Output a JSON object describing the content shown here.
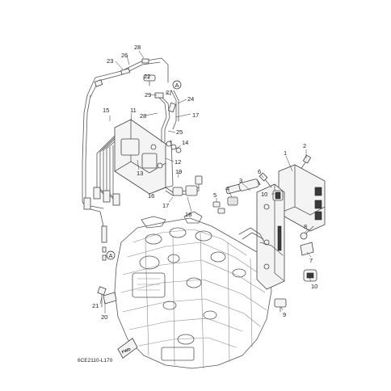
{
  "diagram_code": "6CE2110-L170",
  "fwd_label": "FWD",
  "ref_marker": "A",
  "callouts": [
    {
      "id": "1",
      "label": "1"
    },
    {
      "id": "2",
      "label": "2"
    },
    {
      "id": "3",
      "label": "3"
    },
    {
      "id": "4",
      "label": "4"
    },
    {
      "id": "5",
      "label": "5"
    },
    {
      "id": "6",
      "label": "6"
    },
    {
      "id": "7",
      "label": "7"
    },
    {
      "id": "8",
      "label": "8"
    },
    {
      "id": "9",
      "label": "9"
    },
    {
      "id": "10a",
      "label": "10"
    },
    {
      "id": "10b",
      "label": "10"
    },
    {
      "id": "11",
      "label": "11"
    },
    {
      "id": "12",
      "label": "12"
    },
    {
      "id": "13",
      "label": "13"
    },
    {
      "id": "14",
      "label": "14"
    },
    {
      "id": "15",
      "label": "15"
    },
    {
      "id": "16",
      "label": "16"
    },
    {
      "id": "17a",
      "label": "17"
    },
    {
      "id": "17b",
      "label": "17"
    },
    {
      "id": "18",
      "label": "18"
    },
    {
      "id": "19",
      "label": "19"
    },
    {
      "id": "20",
      "label": "20"
    },
    {
      "id": "21",
      "label": "21"
    },
    {
      "id": "22",
      "label": "22"
    },
    {
      "id": "23",
      "label": "23"
    },
    {
      "id": "24",
      "label": "24"
    },
    {
      "id": "25",
      "label": "25"
    },
    {
      "id": "26",
      "label": "26"
    },
    {
      "id": "27",
      "label": "27"
    },
    {
      "id": "28a",
      "label": "28"
    },
    {
      "id": "28b",
      "label": "28"
    },
    {
      "id": "29",
      "label": "29"
    }
  ]
}
